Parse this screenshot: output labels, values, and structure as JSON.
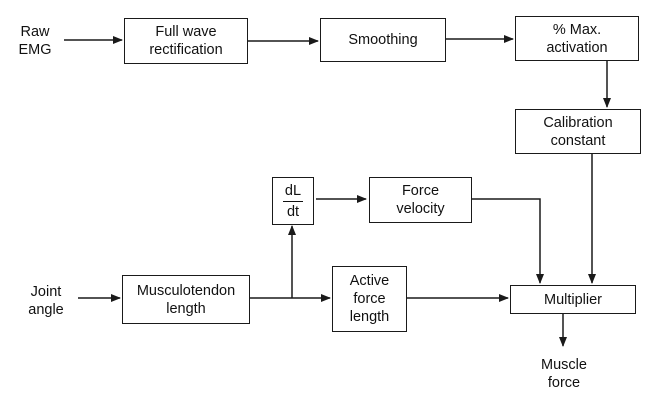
{
  "inputs": {
    "raw_emg": [
      "Raw",
      "EMG"
    ],
    "joint_angle": [
      "Joint",
      "angle"
    ]
  },
  "blocks": {
    "full_wave": [
      "Full wave",
      "rectification"
    ],
    "smoothing": [
      "Smoothing"
    ],
    "max_activation": [
      "% Max.",
      "activation"
    ],
    "calibration": [
      "Calibration",
      "constant"
    ],
    "derivative": {
      "numerator": "dL",
      "denominator": "dt"
    },
    "force_velocity": [
      "Force",
      "velocity"
    ],
    "musculotendon": [
      "Musculotendon",
      "length"
    ],
    "active_force_length": [
      "Active",
      "force",
      "length"
    ],
    "multiplier": [
      "Multiplier"
    ]
  },
  "outputs": {
    "muscle_force": [
      "Muscle",
      "force"
    ]
  },
  "colors": {
    "line": "#1a1a1a",
    "text": "#111111",
    "background": "#ffffff"
  }
}
